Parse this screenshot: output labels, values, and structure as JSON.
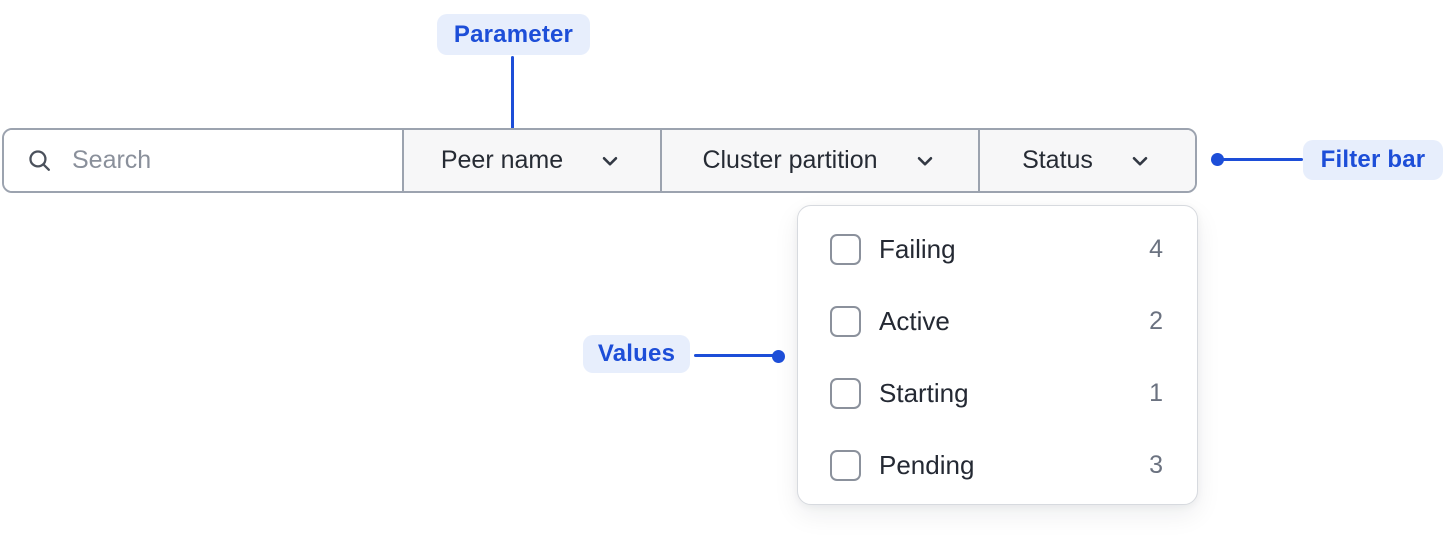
{
  "annotations": {
    "parameter": {
      "label": "Parameter"
    },
    "filter_bar": {
      "label": "Filter bar"
    },
    "values": {
      "label": "Values"
    }
  },
  "filter_bar": {
    "search": {
      "placeholder": "Search",
      "value": ""
    },
    "parameters": [
      {
        "label": "Peer name"
      },
      {
        "label": "Cluster partition"
      },
      {
        "label": "Status"
      }
    ]
  },
  "values_dropdown": {
    "belongs_to": "Status",
    "options": [
      {
        "label": "Failing",
        "count": "4",
        "checked": false
      },
      {
        "label": "Active",
        "count": "2",
        "checked": false
      },
      {
        "label": "Starting",
        "count": "1",
        "checked": false
      },
      {
        "label": "Pending",
        "count": "3",
        "checked": false
      }
    ]
  },
  "icons": {
    "search": "search-icon (magnifier glyph)",
    "chevron": "chevron-down-icon (⌄)",
    "checkbox": "unchecked rounded square"
  },
  "colors": {
    "accent_blue": "#1d4ed8",
    "annotation_bg": "#e7eefc",
    "bar_border": "#9ca3af",
    "section_bg": "#f7f7f8",
    "panel_border": "#d7dadf",
    "text_dark": "#242933",
    "muted_gray": "#6b7280",
    "placeholder_gray": "#8a909b"
  }
}
